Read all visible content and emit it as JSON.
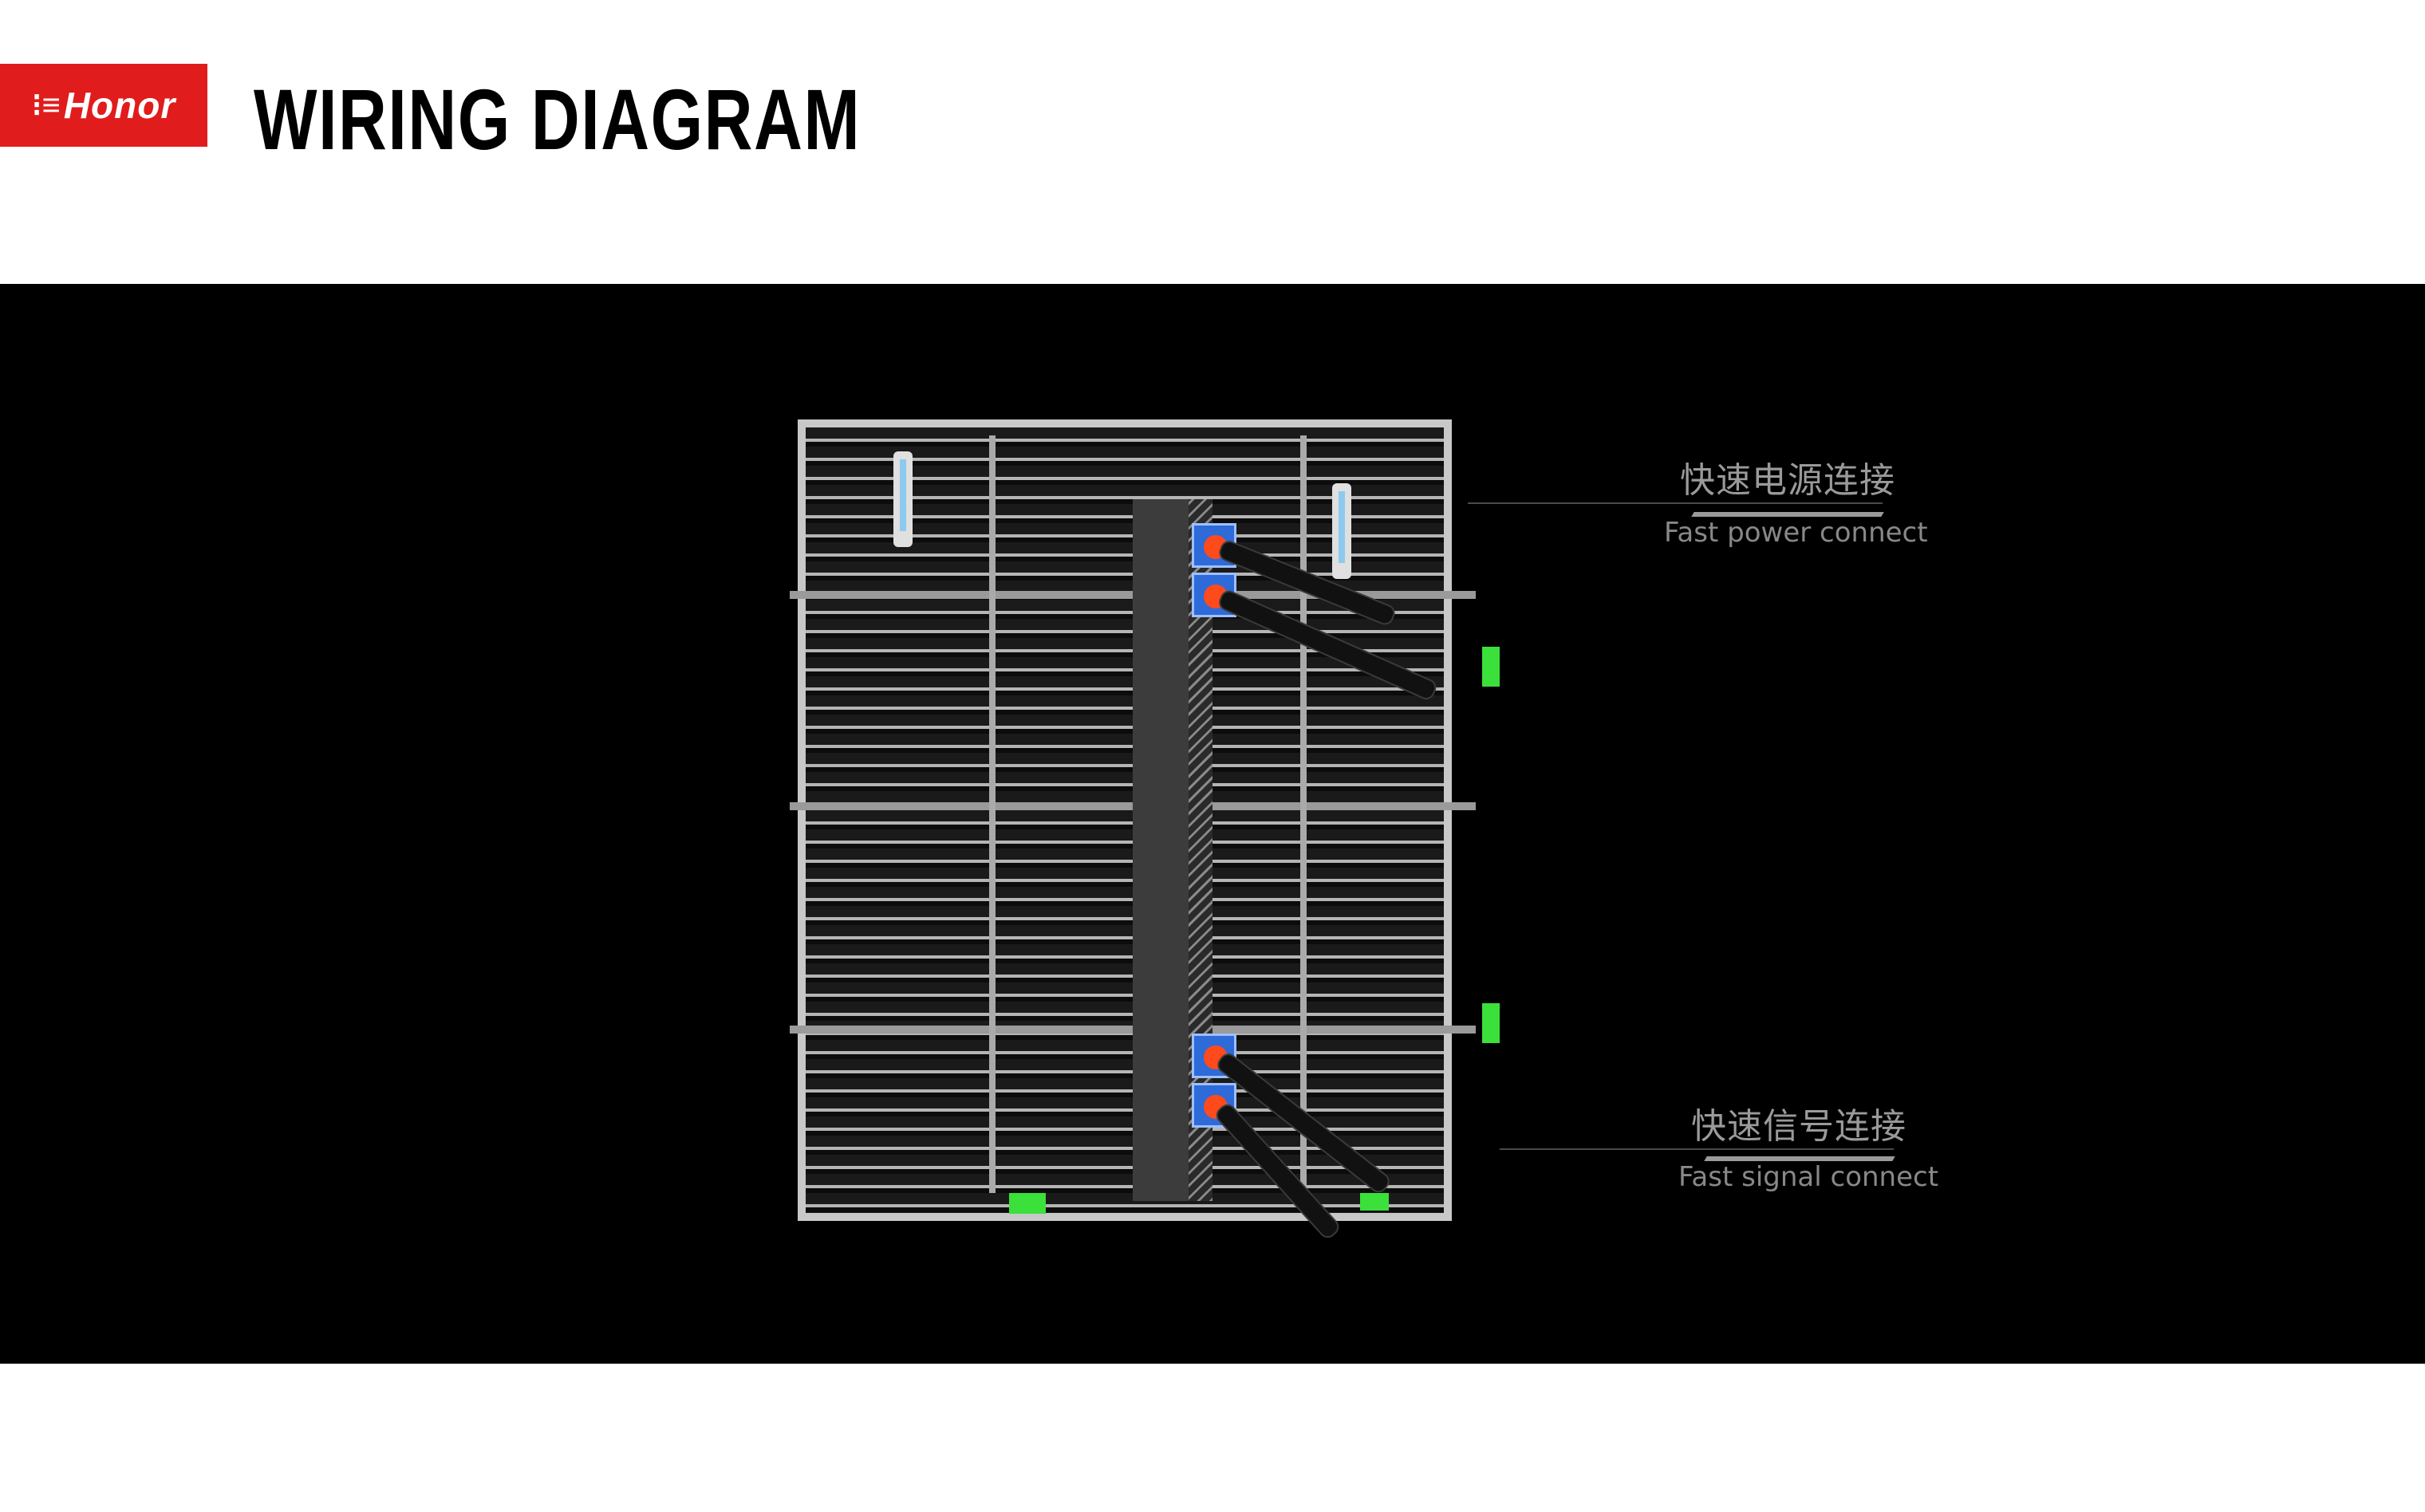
{
  "header": {
    "logo": {
      "text": "Honor",
      "mark": "dashes",
      "color": "#e01c1c"
    },
    "title": "WIRING DIAGRAM"
  },
  "figure": {
    "subject": "LED display cabinet rear view with quick-connect cables",
    "background": "#000000",
    "accent_colors": {
      "connector_plate": "#2e6ad8",
      "connector_plug": "#ff4a1c",
      "lock_latch": "#3be03b",
      "handle_inset": "#8ec9ee"
    },
    "callouts": [
      {
        "cn": "快速电源连接",
        "en": "Fast power connect"
      },
      {
        "cn": "快速信号连接",
        "en": "Fast signal connect"
      }
    ]
  }
}
